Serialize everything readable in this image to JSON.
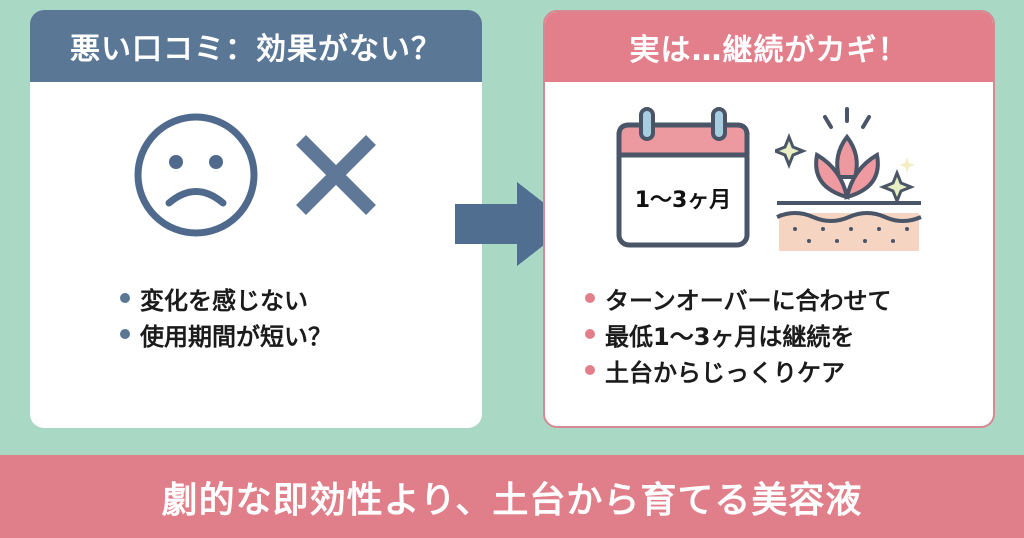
{
  "colors": {
    "background": "#a9d9c5",
    "navy": "#5b7796",
    "pink": "#e27f8a",
    "white": "#ffffff",
    "text_dark": "#1b1b1b"
  },
  "left_card": {
    "title": "悪い口コミ：効果がない？",
    "icons": [
      "sad-face-icon",
      "cross-mark-icon"
    ],
    "bullets": [
      "変化を感じない",
      "使用期間が短い？"
    ]
  },
  "arrow": {
    "icon": "right-arrow-icon"
  },
  "right_card": {
    "title": "実は…継続がカギ！",
    "calendar_label": "1〜3ヶ月",
    "icons": [
      "calendar-icon",
      "lotus-skin-icon"
    ],
    "bullets": [
      "ターンオーバーに合わせて",
      "最低1〜3ヶ月は継続を",
      "土台からじっくりケア"
    ]
  },
  "banner": {
    "text": "劇的な即効性より、土台から育てる美容液"
  }
}
